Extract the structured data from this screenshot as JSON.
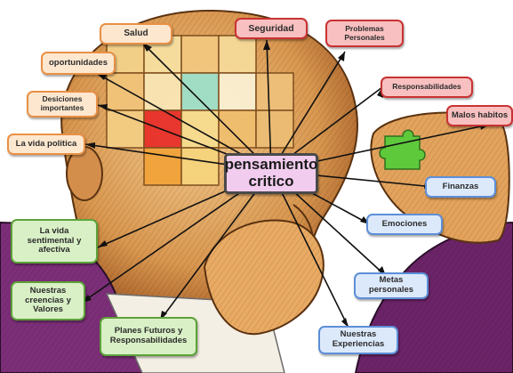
{
  "center": {
    "text": "pensamiento\ncritico"
  },
  "nodes": {
    "salud": "Salud",
    "seguridad": "Seguridad",
    "problemas": "Problemas\nPersonales",
    "oportunidades": "oportunidades",
    "desiciones": "Desiciones\nimportantes",
    "responsabilidades": "Responsabilidades",
    "malos": "Malos habitos",
    "politica": "La vida politica",
    "finanzas": "Finanzas",
    "emociones": "Emociones",
    "sentimental": "La vida\nsentimental y\nafectiva",
    "creencias": "Nuestras\ncreencias y\nValores",
    "metas": "Metas\npersonales",
    "planes": "Planes Futuros y\nResponsabilidades",
    "experiencias": "Nuestras\nExperiencias"
  },
  "colors": {
    "orange_fill": "#fde7cf",
    "orange_border": "#e89045",
    "red_fill": "#f8c0c0",
    "red_border": "#c93232",
    "blue_fill": "#dce9fb",
    "blue_border": "#5d8fd8",
    "green_fill": "#d9f0c6",
    "green_border": "#5da23a",
    "center_fill": "#f1ccee",
    "center_border": "#4a4a4a"
  }
}
